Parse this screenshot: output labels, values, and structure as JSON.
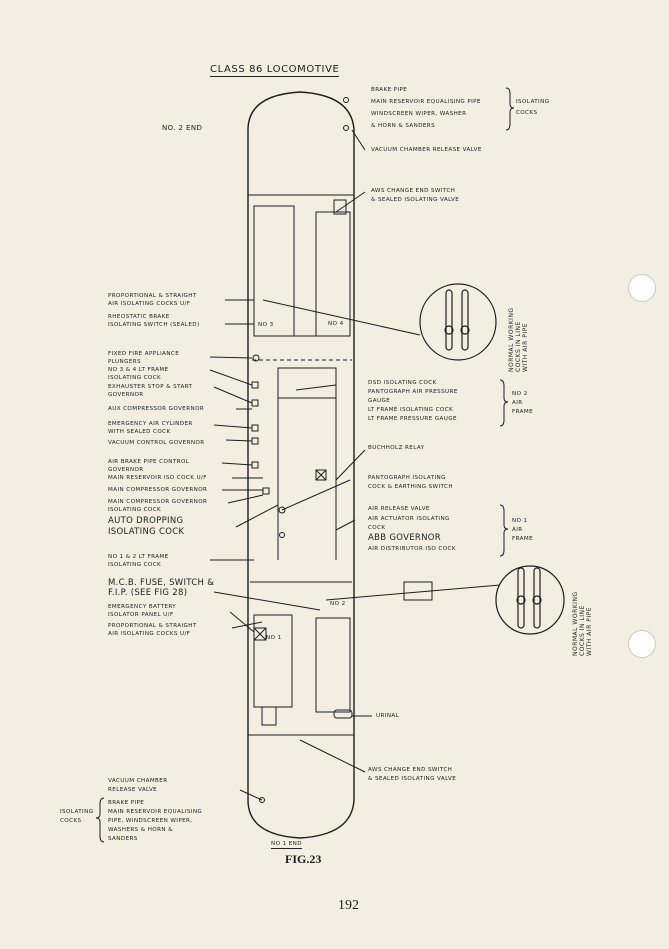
{
  "title": "CLASS 86 LOCOMOTIVE",
  "end_labels": {
    "no2": "No. 2 END",
    "no1": "No 1 END"
  },
  "figure": "FIG.23",
  "page_number": "192",
  "top_right": {
    "lines": [
      "BRAKE PIPE",
      "MAIN RESERVOIR EQUALISING PIPE",
      "WINDSCREEN WIPER, WASHER",
      "& HORN & SANDERS"
    ],
    "bracket": [
      "ISOLATING",
      "COCKS"
    ],
    "vacuum": "VACUUM CHAMBER RELEASE VALVE",
    "aws": [
      "AWS CHANGE END SWITCH",
      "& SEALED ISOLATING VALVE"
    ]
  },
  "left_labels": [
    [
      "PROPORTIONAL & STRAIGHT",
      "AIR ISOLATING COCKS U/F"
    ],
    [
      "RHEOSTATIC BRAKE",
      "ISOLATING SWITCH (SEALED)"
    ],
    [
      "FIXED FIRE APPLIANCE",
      "PLUNGERS"
    ],
    [
      "No 3 & 4 LT FRAME",
      "ISOLATING COCK"
    ],
    [
      "EXHAUSTER STOP & START",
      "GOVERNOR"
    ],
    [
      "AUX COMPRESSOR GOVERNOR"
    ],
    [
      "EMERGENCY AIR CYLINDER",
      "WITH SEALED COCK"
    ],
    [
      "VACUUM CONTROL GOVERNOR"
    ],
    [
      "AIR BRAKE PIPE CONTROL",
      "GOVERNOR"
    ],
    [
      "MAIN RESERVOIR ISO COCK U/F"
    ],
    [
      "MAIN COMPRESSOR GOVERNOR"
    ],
    [
      "MAIN COMPRESSOR GOVERNOR",
      "ISOLATING COCK"
    ]
  ],
  "auto_dropping": [
    "AUTO DROPPING",
    "ISOLATING COCK"
  ],
  "no12_frame": [
    "No 1 & 2 LT FRAME",
    "ISOLATING COCK"
  ],
  "mcb": [
    "M.C.B. FUSE, SWITCH &",
    "F.I.P. (SEE FIG 28)"
  ],
  "emergency_battery": [
    "EMERGENCY BATTERY",
    "ISOLATOR PANEL U/F"
  ],
  "prop_bottom": [
    "PROPORTIONAL & STRAIGHT",
    "AIR ISOLATING COCKS U/F"
  ],
  "right_mid": {
    "lines": [
      "DSD ISOLATING COCK",
      "PANTOGRAPH AIR PRESSURE",
      "GAUGE",
      "LT FRAME ISOLATING COCK",
      "LT FRAME PRESSURE GAUGE"
    ],
    "bracket": [
      "No 2",
      "AIR",
      "FRAME"
    ]
  },
  "buchholz": "BUCHHOLZ RELAY",
  "pantograph_iso": [
    "PANTOGRAPH ISOLATING",
    "COCK & EARTHING SWITCH"
  ],
  "right_lower": {
    "lines": [
      "AIR RELEASE VALVE",
      "AIR ACTUATOR ISOLATING",
      "COCK",
      "ABB GOVERNOR",
      "AIR DISTRIBUTOR ISO COCK"
    ],
    "bracket": [
      "No 1",
      "AIR",
      "FRAME"
    ]
  },
  "urinal": "URINAL",
  "aws_bottom": [
    "AWS CHANGE END SWITCH",
    "& SEALED ISOLATING VALVE"
  ],
  "bottom_left": {
    "vacuum": [
      "VACUUM CHAMBER",
      "RELEASE VALVE"
    ],
    "lines": [
      "BRAKE PIPE",
      "MAIN RESERVOIR EQUALISING",
      "PIPE, WINDSCREEN WIPER,",
      "WASHERS & HORN &",
      "SANDERS"
    ],
    "bracket": [
      "ISOLATING",
      "COCKS"
    ]
  },
  "normal_working": [
    "NORMAL WORKING",
    "COCKS IN LINE",
    "WITH AIR PIPE"
  ],
  "compartments": {
    "no3": "No 3",
    "no4": "No 4",
    "no1": "No 1",
    "no2": "No 2"
  }
}
